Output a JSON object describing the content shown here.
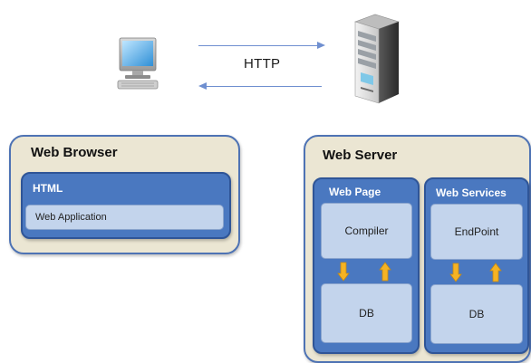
{
  "top": {
    "protocol_label": "HTTP",
    "client_icon": "desktop-computer-icon",
    "server_icon": "server-tower-icon",
    "arrow_color": "#6f8fd0"
  },
  "browser": {
    "title": "Web Browser",
    "html_block": {
      "title": "HTML",
      "item": "Web Application"
    }
  },
  "server": {
    "title": "Web Server",
    "web_page": {
      "title": "Web Page",
      "top_item": "Compiler",
      "bottom_item": "DB"
    },
    "web_services": {
      "title": "Web Services",
      "top_item": "EndPoint",
      "bottom_item": "DB"
    }
  },
  "colors": {
    "outer_fill": "#ebe6d3",
    "blue_fill": "#4a78c0",
    "light_fill": "#c3d4ec",
    "arrow_yellow": "#f5b324"
  }
}
